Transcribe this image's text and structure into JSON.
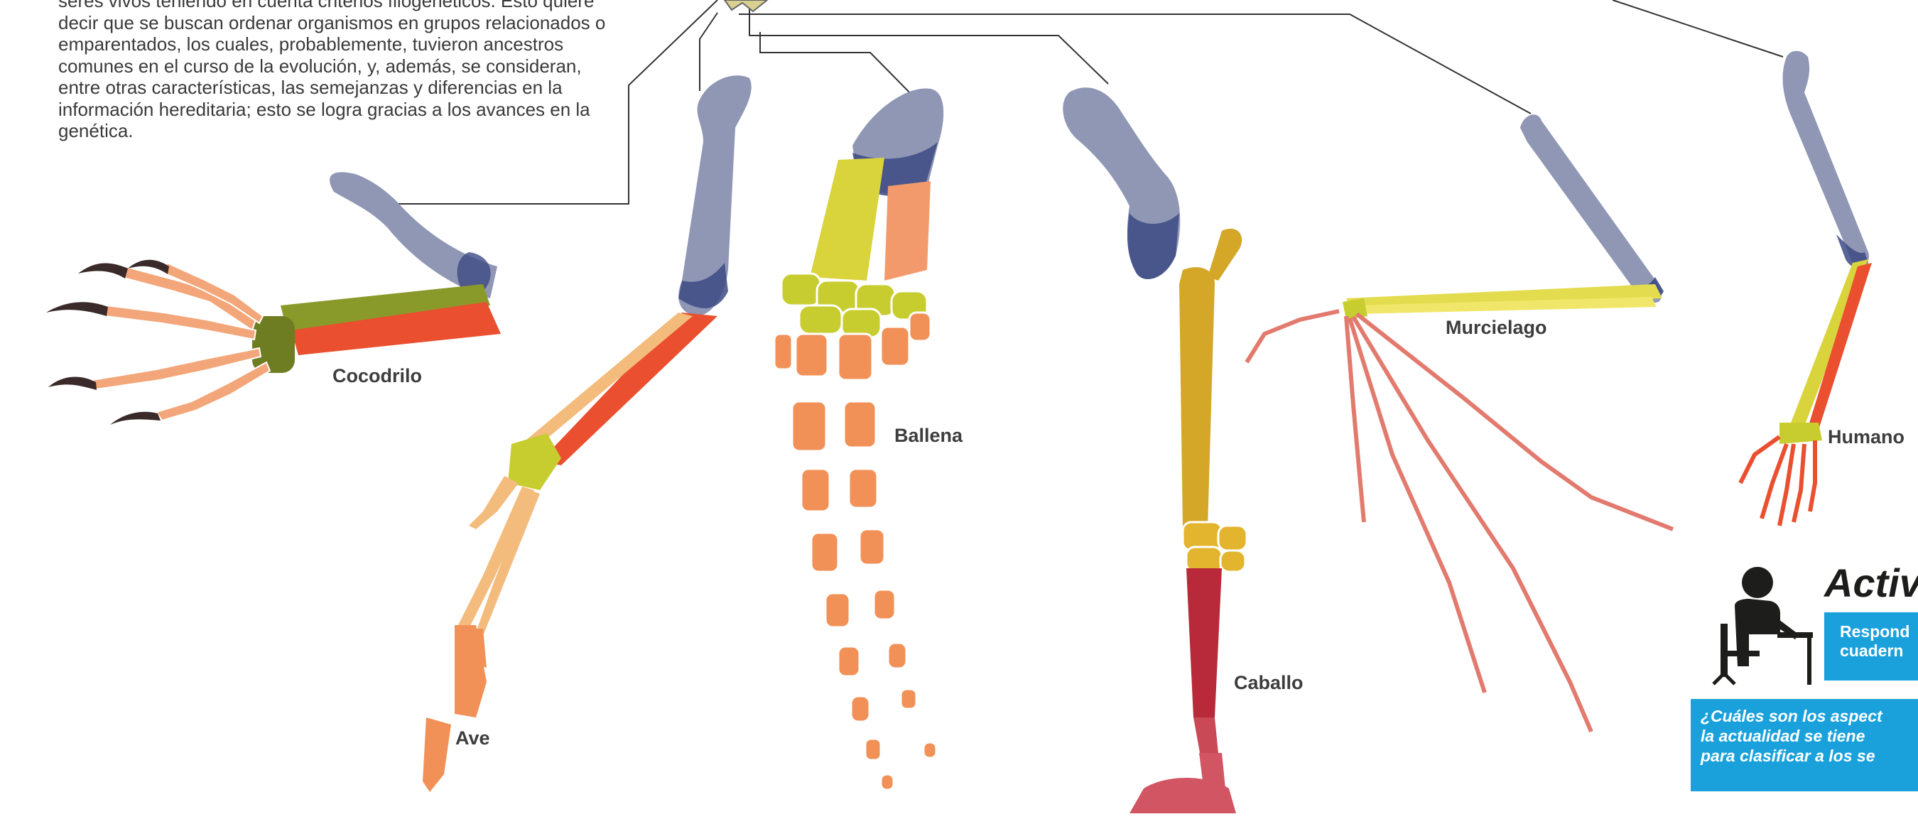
{
  "intro_text": "seres vivos teniendo en cuenta criterios filogenéticos. Esto quiere decir que se buscan ordenar organismos en grupos relacionados o emparentados, los cuales, probablemente, tuvieron ancestros comunes en el curso de la evolución, y, además, se consideran, entre otras características, las semejanzas y diferencias en la información hereditaria; esto se logra gracias a los avances en la genética.",
  "labels": {
    "cocodrilo": "Cocodrilo",
    "ave": "Ave",
    "ballena": "Ballena",
    "caballo": "Caballo",
    "murcielago": "Murcielago",
    "humano": "Humano"
  },
  "activity": {
    "title": "Activi",
    "instruction_line1": "Respond",
    "instruction_line2": "cuadern",
    "question_line1": "¿Cuáles son los aspect",
    "question_line2": "la actualidad se tiene",
    "question_line3": "para clasificar a los se"
  },
  "colors": {
    "humerus": "#8f97b5",
    "radius": "#ea4f2f",
    "ulna": "#d9d33c",
    "carpals": "#c7cd2f",
    "phalanges": "#f19157",
    "horse_lower": "#b82a3a",
    "horse_upper": "#d4a728",
    "croc_ulna": "#8a9a2a",
    "accent_blue": "#1aa1dc"
  }
}
